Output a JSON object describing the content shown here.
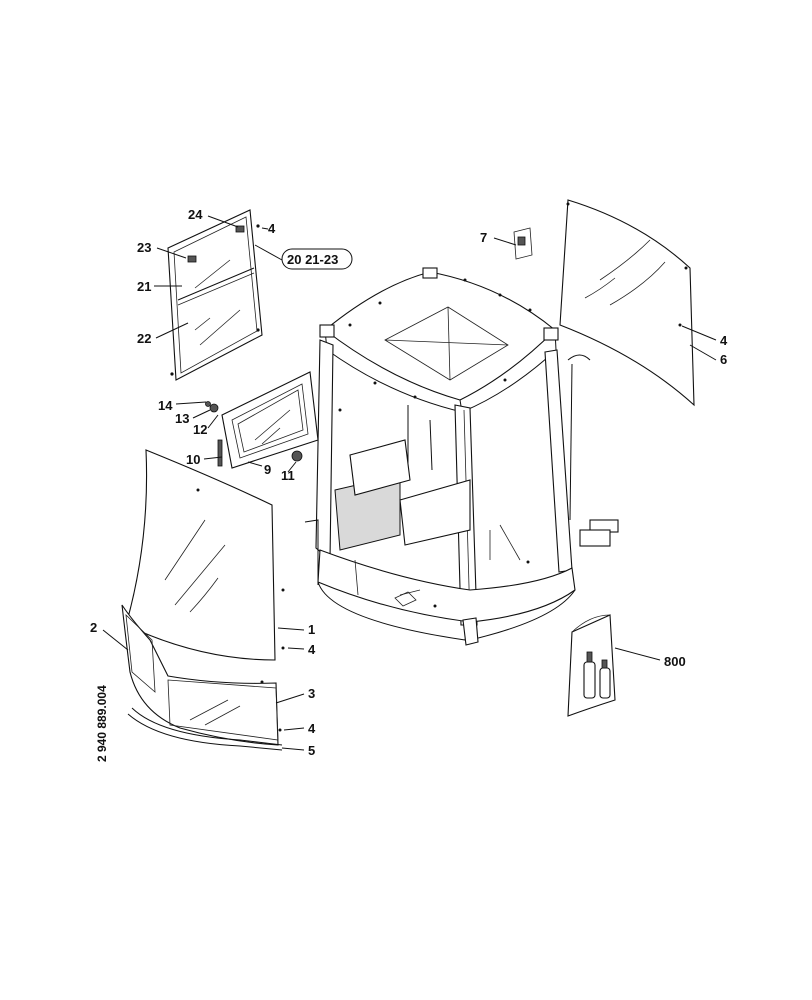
{
  "drawing_number": "2 940 889.004",
  "callouts": {
    "c24": "24",
    "c4a": "4",
    "c23": "23",
    "c2021": "20 21-23",
    "c21": "21",
    "c22": "22",
    "c7": "7",
    "c4b": "4",
    "c6": "6",
    "c14": "14",
    "c13": "13",
    "c12": "12",
    "c10": "10",
    "c9": "9",
    "c11": "11",
    "c2": "2",
    "c1": "1",
    "c4c": "4",
    "c3": "3",
    "c4d": "4",
    "c5": "5",
    "c800": "800"
  }
}
